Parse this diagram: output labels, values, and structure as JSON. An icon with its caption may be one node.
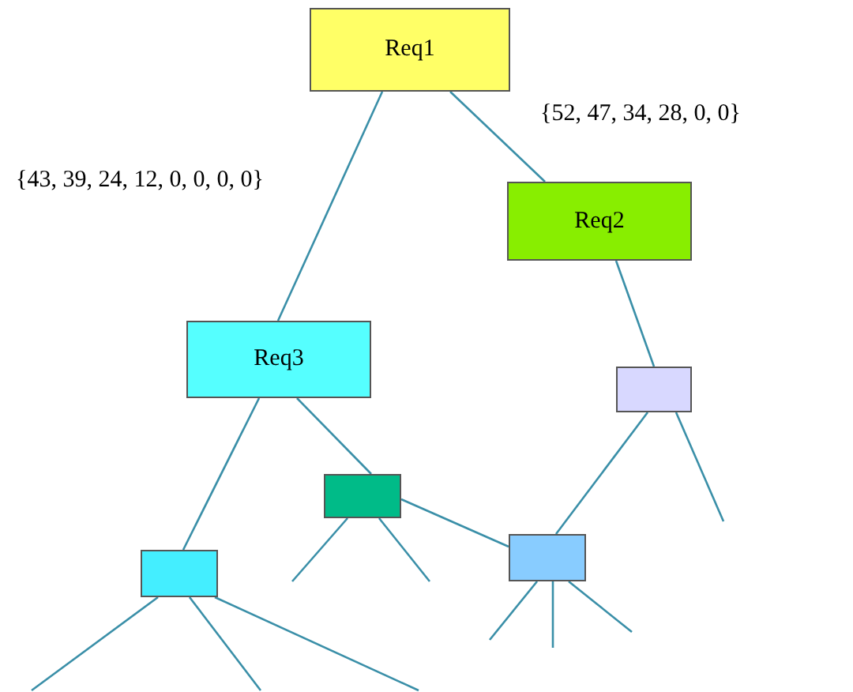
{
  "diagram": {
    "nodes": [
      {
        "text": [
          "Req1"
        ]
      },
      {
        "text": [
          "Req2"
        ]
      },
      {
        "text": [
          "Req3"
        ]
      },
      {
        "text": [],
        "shape": "box"
      },
      {
        "text": [],
        "shape": "box"
      },
      {
        "text": [],
        "shape": "box"
      },
      {
        "text": [],
        "shape": "box"
      }
    ],
    "edges": [
      {
        "from": 0,
        "to": 2,
        "arrow": "none",
        "label": "{43, 39, 24, 12, 0, 0, 0, 0}"
      },
      {
        "from": 0,
        "to": 1,
        "arrow": "none",
        "label": "{52, 47, 34, 28, 0, 0}"
      },
      {
        "from": 1,
        "to": 3,
        "arrow": "none"
      },
      {
        "from": 2,
        "to": 4,
        "arrow": "none"
      },
      {
        "from": 2,
        "to": 5,
        "arrow": "none"
      },
      {
        "from": 3,
        "to": 6,
        "arrow": "none"
      },
      {
        "from": 4,
        "to": 6,
        "arrow": "none"
      },
      {
        "from": 3,
        "to": null,
        "arrow": "none"
      },
      {
        "from": 4,
        "to": null,
        "arrow": "none"
      },
      {
        "from": 4,
        "to": null,
        "arrow": "none"
      },
      {
        "from": 5,
        "to": null,
        "arrow": "none"
      },
      {
        "from": 5,
        "to": null,
        "arrow": "none"
      },
      {
        "from": 5,
        "to": null,
        "arrow": "none"
      },
      {
        "from": 6,
        "to": null,
        "arrow": "none"
      },
      {
        "from": 6,
        "to": null,
        "arrow": "none"
      },
      {
        "from": 6,
        "to": null,
        "arrow": "none"
      }
    ]
  }
}
